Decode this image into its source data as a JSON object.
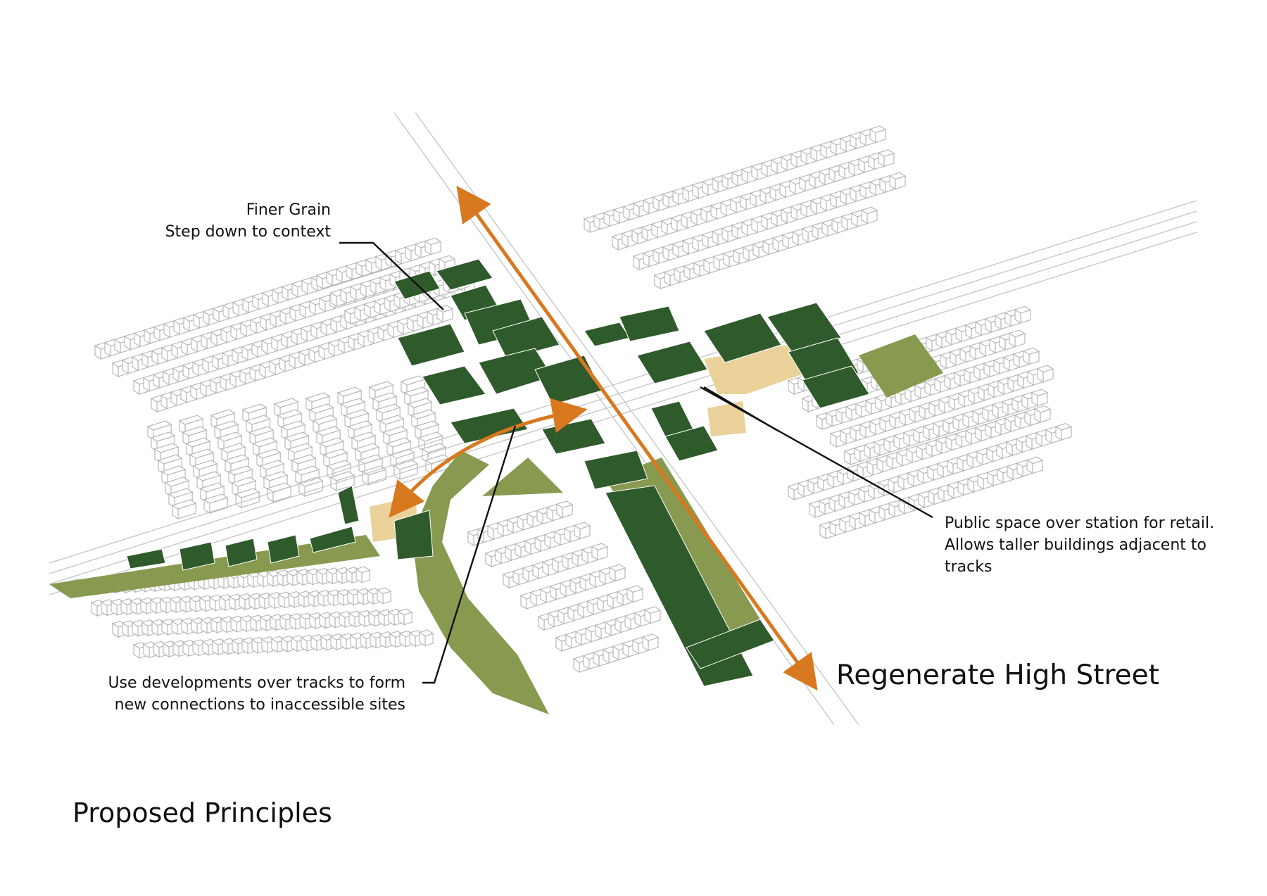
{
  "colors": {
    "dark_green": "#2f5a2b",
    "light_green": "#889a4f",
    "orange_arrow": "#d8781f",
    "sand_plaza": "#ead29a",
    "building_outline": "#b9b9b9",
    "leader_line": "#111111"
  },
  "callouts": {
    "finer_grain": {
      "line1": "Finer Grain",
      "line2": "Step down to context"
    },
    "public_space": {
      "line1": "Public space over station for retail.",
      "line2": "Allows taller buildings adjacent to",
      "line3": "tracks"
    },
    "developments_over_tracks": {
      "line1": "Use developments over tracks to form",
      "line2": "new connections to inaccessible sites"
    }
  },
  "high_street_label": "Regenerate High Street",
  "page_title": "Proposed Principles",
  "icons": {
    "high_street_arrow": "double-headed-arrow-icon",
    "connection_arrow": "curved-double-headed-arrow-icon"
  }
}
